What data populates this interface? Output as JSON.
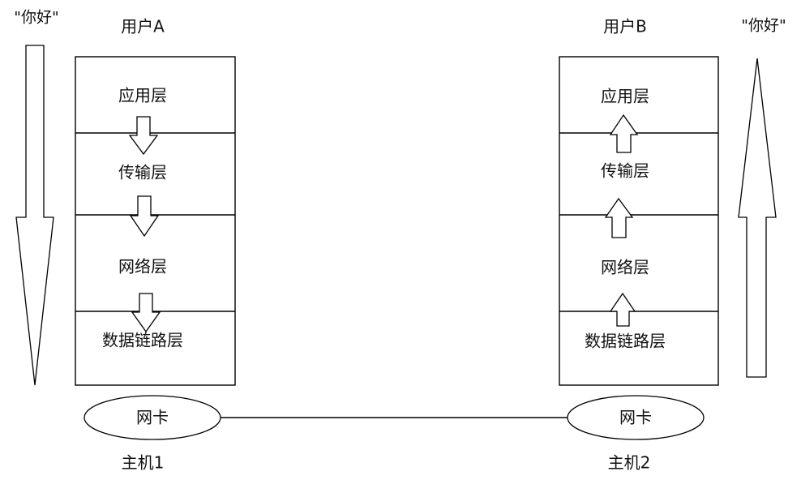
{
  "diagram": {
    "title_left": "用户A",
    "title_right": "用户B",
    "quote_left": "\"你好\"",
    "quote_right": "\"你好\"",
    "host_left": "主机1",
    "host_right": "主机2",
    "nic_left": "网卡",
    "nic_right": "网卡",
    "stroke_color": "#000000",
    "fill_color": "#ffffff",
    "background": "#ffffff"
  },
  "stacks": {
    "left": {
      "name": "用户A",
      "direction": "down",
      "layers": [
        {
          "label": "应用层"
        },
        {
          "label": "传输层"
        },
        {
          "label": "网络层"
        },
        {
          "label": "数据链路层"
        }
      ]
    },
    "right": {
      "name": "用户B",
      "direction": "up",
      "layers": [
        {
          "label": "应用层"
        },
        {
          "label": "传输层"
        },
        {
          "label": "网络层"
        },
        {
          "label": "数据链路层"
        }
      ]
    }
  },
  "link": {
    "label": "",
    "from": "网卡",
    "to": "网卡"
  }
}
